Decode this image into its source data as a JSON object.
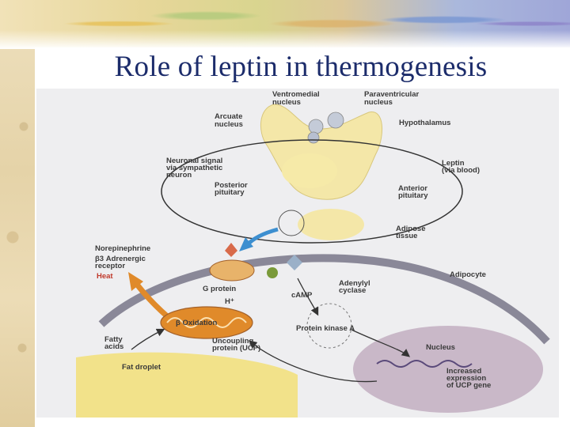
{
  "slide": {
    "title": "Role of leptin in thermogenesis"
  },
  "diagram": {
    "labels": {
      "ventromedial": [
        "Ventromedial",
        "nucleus"
      ],
      "paraventricular": [
        "Paraventricular",
        "nucleus"
      ],
      "arcuate": [
        "Arcuate",
        "nucleus"
      ],
      "hypothalamus": "Hypothalamus",
      "neuronal_signal": [
        "Neuronal signal",
        "via sympathetic",
        "neuron"
      ],
      "leptin": [
        "Leptin",
        "(via blood)"
      ],
      "posterior_pituitary": [
        "Posterior",
        "pituitary"
      ],
      "anterior_pituitary": [
        "Anterior",
        "pituitary"
      ],
      "adipose_tissue": [
        "Adipose",
        "tissue"
      ],
      "norepinephrine": "Norepinephrine",
      "beta3_receptor": [
        "β3 Adrenergic",
        "receptor"
      ],
      "heat": "Heat",
      "g_protein": "G protein",
      "adipocyte": "Adipocyte",
      "adenylyl_cyclase": [
        "Adenylyl",
        "cyclase"
      ],
      "hplus": "H⁺",
      "camp": "cAMP",
      "beta_oxidation": "β Oxidation",
      "protein_kinase_a": "Protein kinase A",
      "fatty_acids": [
        "Fatty",
        "acids"
      ],
      "ucp": [
        "Uncoupling",
        "protein (UCP)"
      ],
      "nucleus": "Nucleus",
      "fat_droplet": "Fat droplet",
      "increased_expression": [
        "Increased",
        "expression",
        "of UCP gene"
      ]
    },
    "colors": {
      "brain": "#f4e7a8",
      "cell_membrane": "#8a8898",
      "mitochondrion": "#e08a2a",
      "nucleus": "#c9b8c8",
      "heat": "#c0392b",
      "arrow_blue": "#3d8fd0"
    }
  }
}
